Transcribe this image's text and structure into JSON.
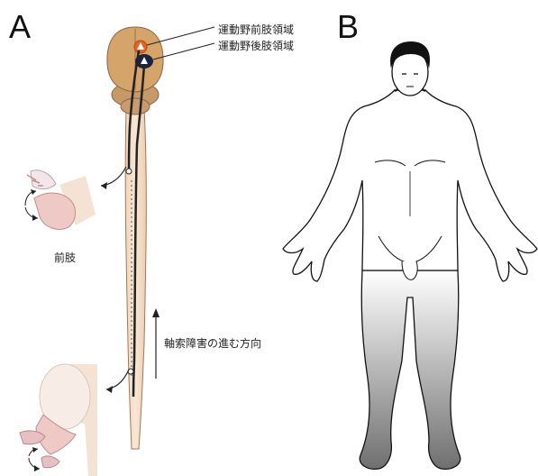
{
  "panels": {
    "a_letter": "A",
    "b_letter": "B"
  },
  "labels": {
    "forelimb_motor_area": "運動野前肢領域",
    "hindlimb_motor_area": "運動野後肢領域",
    "forelimb": "前肢",
    "degeneration_direction": "軸索障害の進む方向"
  },
  "colors": {
    "brain": "#d4a46a",
    "spinal_cord": "#f4dcc4",
    "forelimb_area": "#e8641e",
    "hindlimb_area": "#1b2340",
    "skin": "#efc9c6",
    "shading_dark": "#7a7a7a"
  }
}
